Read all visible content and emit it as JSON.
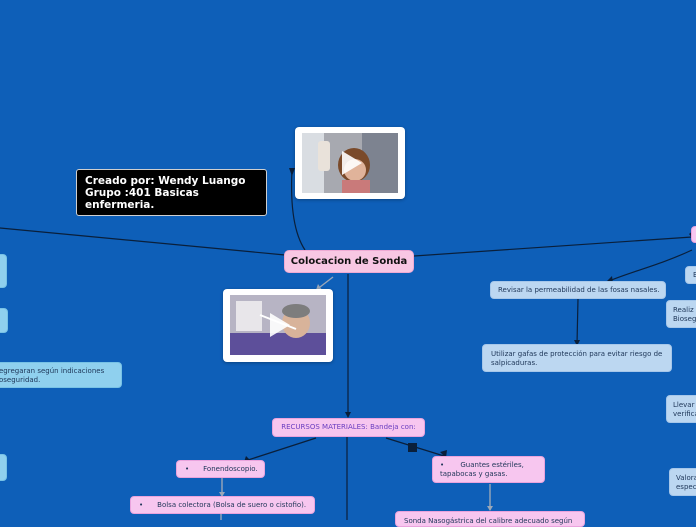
{
  "central": {
    "label": "Colocacion de Sonda"
  },
  "creator": {
    "lines": [
      "Creado por: Wendy Luango",
      "Grupo :401 Basicas",
      "enfermeria."
    ]
  },
  "videos": [
    {
      "name": "video-top",
      "play_icon": "play-icon"
    },
    {
      "name": "video-bottom",
      "play_icon": "play-icon"
    }
  ],
  "right_branch": {
    "permeabilidad": "Revisar la permeabilidad de las fosas nasales.",
    "gafas": [
      "Utilizar gafas de protección para evitar riesgo de",
      "salpicaduras."
    ],
    "edge_items": [
      "E",
      "Realiz",
      "Biosegu",
      "Llevar",
      "verifica",
      "Valora",
      "especi"
    ]
  },
  "left_branch": {
    "cut_text": [
      "egregaran según indicaciones",
      "oseguridad."
    ]
  },
  "recursos": {
    "label": "RECURSOS MATERIALES: Bandeja con:",
    "items": {
      "fonendo": "Fonendoscopio.",
      "bolsa": "Bolsa colectora (Bolsa de suero o cistofio).",
      "guantes": [
        "Guantes estériles,",
        "tapabocas y gasas."
      ],
      "bottom_cut": "Sonda Nasogástrica del calibre adecuado según"
    },
    "bullet": "•"
  },
  "colors": {
    "background": "#0e5fb8",
    "pink": "#f7c6ef",
    "light_blue": "#bcd7f1",
    "cyan": "#8fd0ee"
  }
}
